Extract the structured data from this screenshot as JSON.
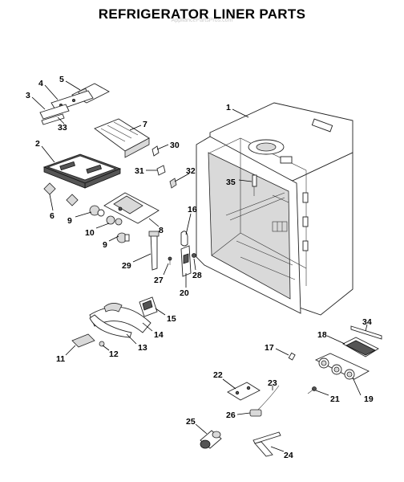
{
  "title": "REFRIGERATOR LINER PARTS",
  "watermark": "AppliancePartsPros.com",
  "callouts": [
    "1",
    "2",
    "3",
    "4",
    "5",
    "6",
    "7",
    "8",
    "9",
    "9",
    "10",
    "11",
    "12",
    "13",
    "14",
    "15",
    "16",
    "17",
    "18",
    "19",
    "20",
    "21",
    "22",
    "23",
    "24",
    "25",
    "26",
    "27",
    "28",
    "29",
    "30",
    "31",
    "32",
    "33",
    "34",
    "35"
  ],
  "icons": {
    "liner": "refrigerator-liner-icon",
    "hinge": "hinge-icon",
    "screw": "screw-icon"
  }
}
